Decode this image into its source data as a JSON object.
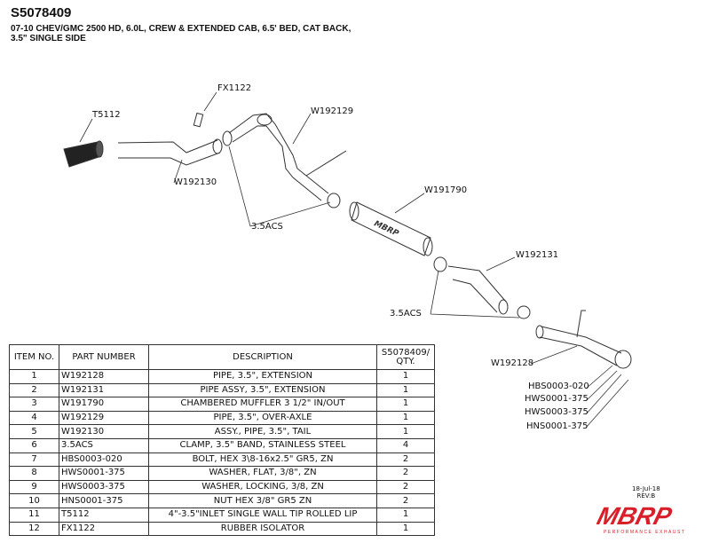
{
  "header": {
    "part_number": "S5078409",
    "description": "07-10 CHEV/GMC 2500 HD, 6.0L, CREW & EXTENDED CAB, 6.5' BED, CAT BACK, 3.5\" SINGLE SIDE"
  },
  "callouts": {
    "fx1122": "FX1122",
    "t5112": "T5112",
    "w192129": "W192129",
    "w192130": "W192130",
    "w191790": "W191790",
    "acs_1": "3.5ACS",
    "w192131": "W192131",
    "acs_2": "3.5ACS",
    "w192128": "W192128",
    "hbs": "HBS0003-020",
    "hws1": "HWS0001-375",
    "hws3": "HWS0003-375",
    "hns": "HNS0001-375"
  },
  "bom": {
    "headers": {
      "item": "ITEM NO.",
      "part": "PART NUMBER",
      "desc": "DESCRIPTION",
      "qty": "S5078409/ QTY."
    },
    "rows": [
      {
        "item": "1",
        "part": "W192128",
        "desc": "PIPE, 3.5\", EXTENSION",
        "qty": "1"
      },
      {
        "item": "2",
        "part": "W192131",
        "desc": "PIPE ASSY, 3.5\", EXTENSION",
        "qty": "1"
      },
      {
        "item": "3",
        "part": "W191790",
        "desc": "CHAMBERED MUFFLER 3 1/2\" IN/OUT",
        "qty": "1"
      },
      {
        "item": "4",
        "part": "W192129",
        "desc": "PIPE, 3.5\", OVER-AXLE",
        "qty": "1"
      },
      {
        "item": "5",
        "part": "W192130",
        "desc": "ASSY., PIPE, 3.5\", TAIL",
        "qty": "1"
      },
      {
        "item": "6",
        "part": "3.5ACS",
        "desc": "CLAMP, 3.5\" BAND, STAINLESS STEEL",
        "qty": "4"
      },
      {
        "item": "7",
        "part": "HBS0003-020",
        "desc": "BOLT, HEX 3\\8-16x2.5\" GR5, ZN",
        "qty": "2"
      },
      {
        "item": "8",
        "part": "HWS0001-375",
        "desc": "WASHER, FLAT, 3/8\", ZN",
        "qty": "2"
      },
      {
        "item": "9",
        "part": "HWS0003-375",
        "desc": "WASHER, LOCKING, 3/8, ZN",
        "qty": "2"
      },
      {
        "item": "10",
        "part": "HNS0001-375",
        "desc": "NUT HEX 3/8\" GR5 ZN",
        "qty": "2"
      },
      {
        "item": "11",
        "part": "T5112",
        "desc": "4\"-3.5\"INLET SINGLE WALL TIP ROLLED LIP",
        "qty": "1"
      },
      {
        "item": "12",
        "part": "FX1122",
        "desc": "RUBBER ISOLATOR",
        "qty": "1"
      }
    ]
  },
  "footer": {
    "date": "18-Jul-18",
    "rev": "REV:B",
    "logo": "MBRP",
    "logo_sub": "PERFORMANCE EXHAUST"
  },
  "colors": {
    "logo": "#d8202a"
  }
}
